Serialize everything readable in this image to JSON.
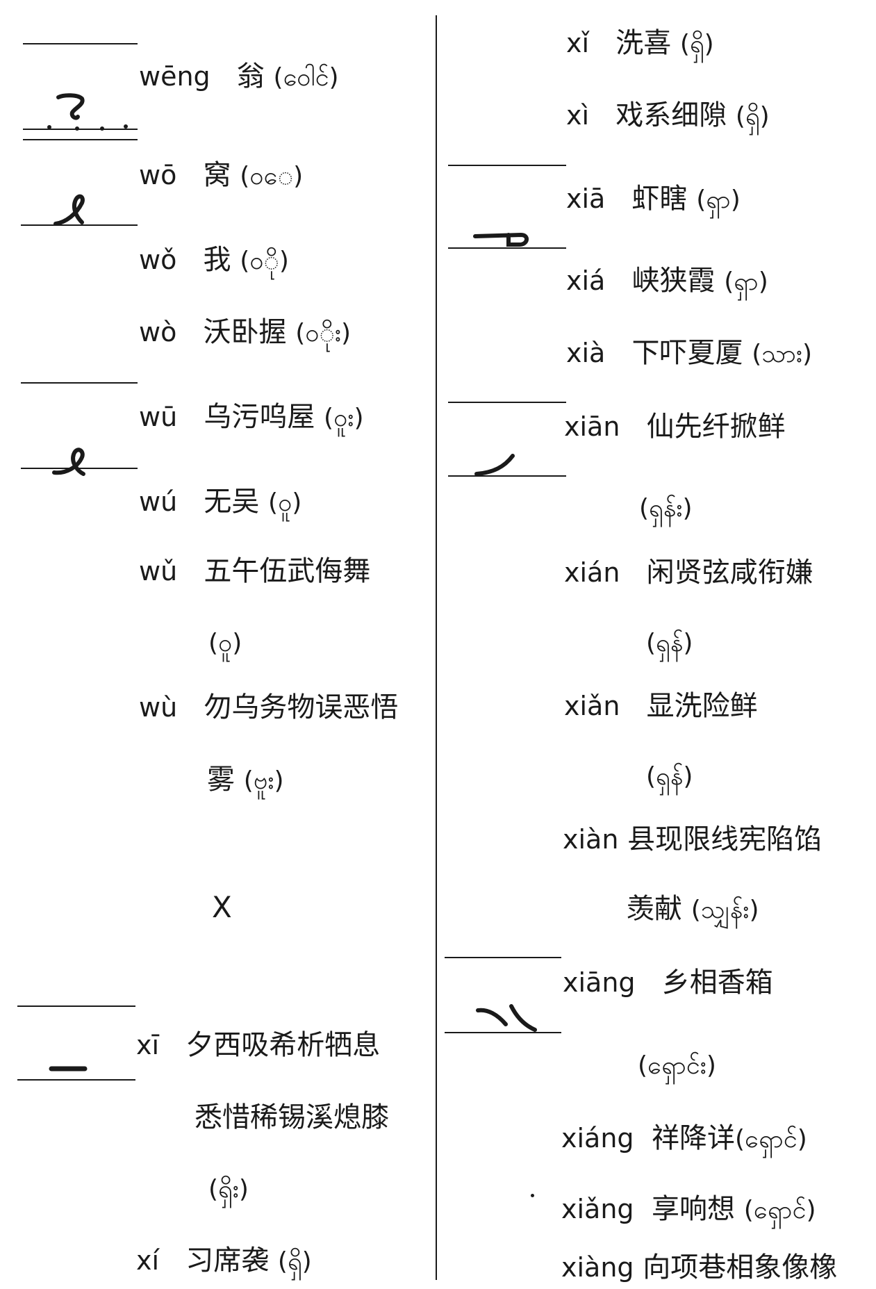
{
  "left": {
    "weng": {
      "py": "wēng",
      "hz": "翁",
      "bm": "(ဝေါင်)"
    },
    "wo1": {
      "py": "wō",
      "hz": "窝",
      "bm": "(ဝ​ေ)"
    },
    "wo3": {
      "py": "wǒ",
      "hz": "我",
      "bm": "(ဝ​ို)"
    },
    "wo4": {
      "py": "wò",
      "hz": "沃卧握",
      "bm": "(ဝ​ိုး)"
    },
    "wu1": {
      "py": "wū",
      "hz": "乌污呜屋",
      "bm": "(ဝူး)"
    },
    "wu2": {
      "py": "wú",
      "hz": "无吴",
      "bm": "(ဝူ)"
    },
    "wu3": {
      "py": "wǔ",
      "hz": "五午伍武侮舞",
      "bm": "(ဝူ)"
    },
    "wu4": {
      "py": "wù",
      "hz": "勿乌务物误恶悟",
      "cont": "雾",
      "bm": "(ဗူး)"
    },
    "section_letter": "X",
    "xi1": {
      "py": "xī",
      "hz": "夕西吸希析牺息",
      "cont": "悉惜稀锡溪熄膝",
      "bm": "(ရှိး)"
    },
    "xi2": {
      "py": "xí",
      "hz": "习席袭",
      "bm": "(ရှိ)"
    }
  },
  "right": {
    "xi3": {
      "py": "xǐ",
      "hz": "洗喜",
      "bm": "(ရှိ)"
    },
    "xi4": {
      "py": "xì",
      "hz": "戏系细隙",
      "bm": "(ရှိ)"
    },
    "xia1": {
      "py": "xiā",
      "hz": "虾瞎",
      "bm": "(ရှာ)"
    },
    "xia2": {
      "py": "xiá",
      "hz": "峡狭霞",
      "bm": "(ရှာ)"
    },
    "xia4": {
      "py": "xià",
      "hz": "下吓夏厦",
      "bm": "(သား)"
    },
    "xian1": {
      "py": "xiān",
      "hz": "仙先纤掀鲜",
      "bm": "(ရှန်း)"
    },
    "xian2": {
      "py": "xián",
      "hz": "闲贤弦咸衔嫌",
      "bm": "(ရှန်)"
    },
    "xian3": {
      "py": "xiǎn",
      "hz": "显洗险鲜",
      "bm": "(ရှန်)"
    },
    "xian4": {
      "py": "xiàn",
      "hz": "县现限线宪陷馅",
      "cont": "羡献",
      "bm": "(သျှန်း)"
    },
    "xiang1": {
      "py": "xiāng",
      "hz": "乡相香箱",
      "bm": "(ရှောင်း)"
    },
    "xiang2": {
      "py": "xiáng",
      "hz": "祥降详",
      "bm": "(ရှောင်)"
    },
    "xiang3": {
      "py": "xiǎng",
      "hz": "享响想",
      "bm": "(ရှောင်)"
    },
    "xiang4": {
      "py": "xiàng",
      "hz": "向项巷相象像橡"
    }
  }
}
